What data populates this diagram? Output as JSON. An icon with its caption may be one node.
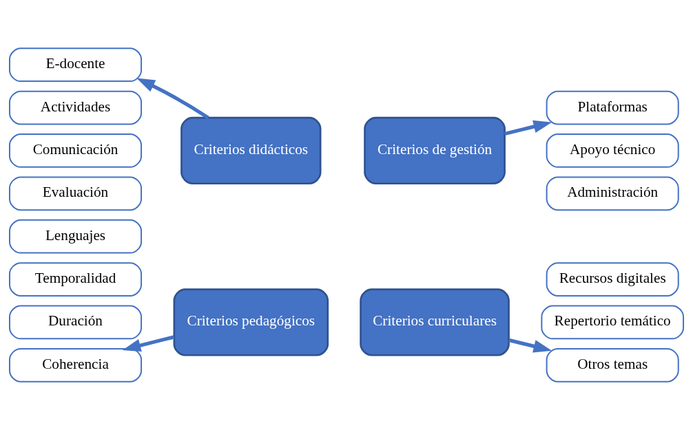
{
  "diagram": {
    "nodes": [
      {
        "text": [
          "Temporalidad"
        ]
      },
      {
        "text": [
          "Duración"
        ]
      },
      {
        "text": [
          "Coherencia"
        ]
      },
      {
        "text": [
          "Criterios pedagógicos"
        ]
      },
      {
        "text": [
          "Criterios curriculares"
        ]
      },
      {
        "text": [
          "Recursos digitales"
        ]
      },
      {
        "text": [
          "Repertorio temático"
        ]
      },
      {
        "text": [
          "Otros temas"
        ]
      },
      {
        "text": [
          "E-docente"
        ]
      },
      {
        "text": [
          "Actividades"
        ]
      },
      {
        "text": [
          "Comunicación"
        ]
      },
      {
        "text": [
          "Evaluación"
        ]
      },
      {
        "text": [
          "Lenguajes"
        ]
      },
      {
        "text": [
          "Criterios didácticos"
        ]
      },
      {
        "text": [
          "Criterios de gestión"
        ]
      },
      {
        "text": [
          "Plataformas"
        ]
      },
      {
        "text": [
          "Apoyo técnico"
        ]
      },
      {
        "text": [
          "Administración"
        ]
      }
    ],
    "edges": [
      {
        "from": 3,
        "to": 2,
        "arrow": "to"
      },
      {
        "from": 4,
        "to": 7,
        "arrow": "to"
      },
      {
        "from": 13,
        "to": 8,
        "arrow": "to"
      },
      {
        "from": 14,
        "to": 15,
        "arrow": "to"
      }
    ]
  }
}
